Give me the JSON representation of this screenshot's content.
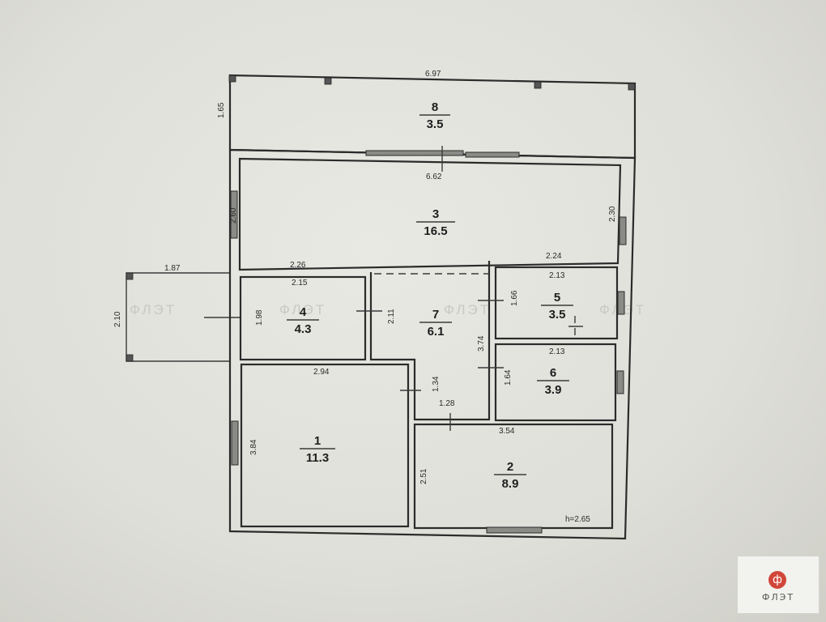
{
  "rooms": [
    {
      "number": "8",
      "area": "3.5"
    },
    {
      "number": "3",
      "area": "16.5"
    },
    {
      "number": "4",
      "area": "4.3"
    },
    {
      "number": "7",
      "area": "6.1"
    },
    {
      "number": "5",
      "area": "3.5"
    },
    {
      "number": "6",
      "area": "3.9"
    },
    {
      "number": "1",
      "area": "11.3"
    },
    {
      "number": "2",
      "area": "8.9"
    }
  ],
  "dimensions": {
    "top_total": "6.97",
    "terrace_depth": "1.65",
    "room3_width": "6.62",
    "room3_left": "2.60",
    "room3_right": "2.30",
    "porch_width": "1.87",
    "porch_depth": "2.10",
    "hall_top_left": "2.26",
    "hall_top_right": "2.24",
    "room4_width": "2.15",
    "room4_depth": "1.98",
    "hall_left": "2.11",
    "hall_right": "3.74",
    "room5_width": "2.13",
    "room5_depth": "1.66",
    "room6_width": "2.13",
    "room6_depth": "1.64",
    "room1_width": "2.94",
    "room1_depth": "3.84",
    "hall_step": "1.34",
    "hall_bottom": "1.28",
    "room2_width": "3.54",
    "room2_depth": "2.51",
    "ceiling_height": "h=2.65"
  },
  "watermark": "ФЛЭТ",
  "logo": {
    "symbol": "ф",
    "text": "ФЛЭТ"
  }
}
